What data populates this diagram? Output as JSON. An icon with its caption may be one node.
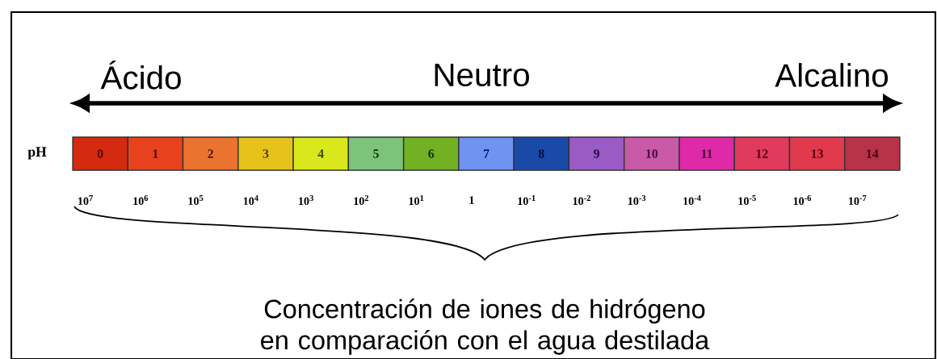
{
  "diagram": {
    "caption": "Concentración de iones de hidrógeno en comparación con el agua destilada",
    "nodes": [
      {
        "text": [
          "0"
        ]
      },
      {
        "text": [
          "1"
        ]
      },
      {
        "text": [
          "2"
        ]
      },
      {
        "text": [
          "3"
        ]
      },
      {
        "text": [
          "4"
        ]
      },
      {
        "text": [
          "5"
        ]
      },
      {
        "text": [
          "6"
        ]
      },
      {
        "text": [
          "7"
        ]
      },
      {
        "text": [
          "8"
        ]
      },
      {
        "text": [
          "9"
        ]
      },
      {
        "text": [
          "10"
        ]
      },
      {
        "text": [
          "11"
        ]
      },
      {
        "text": [
          "12"
        ]
      },
      {
        "text": [
          "13"
        ]
      },
      {
        "text": [
          "14"
        ]
      }
    ],
    "labels": [
      "Ácido",
      "Neutro",
      "Alcalino",
      "pH",
      "10$^{7}$",
      "10$^{6}$",
      "10$^{5}$",
      "10$^{4}$",
      "10$^{3}$",
      "10$^{2}$",
      "10$^{1}$",
      "1",
      "10$^{-1}$",
      "10$^{-2}$",
      "10$^{-3}$",
      "10$^{-4}$",
      "10$^{-5}$",
      "10$^{-6}$",
      "10$^{-7}$"
    ]
  }
}
